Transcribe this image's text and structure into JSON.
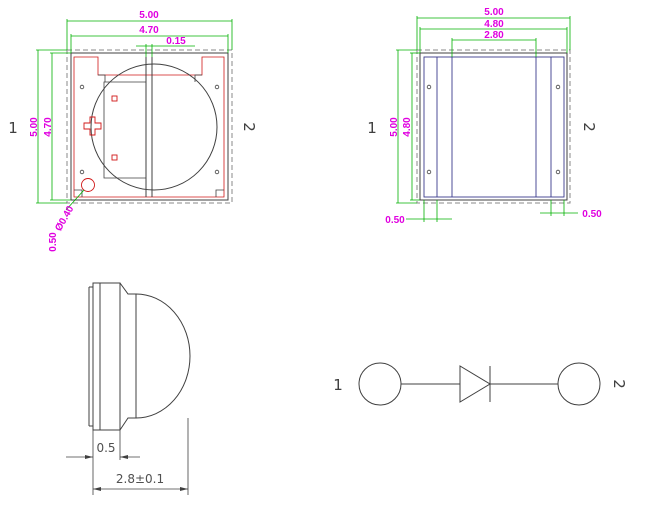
{
  "colors": {
    "dimension_text": "#e000e0",
    "dimension_line": "#00b000",
    "pad_outline": "#d01818",
    "body_outline": "#3a3a8c",
    "dashed_outline": "#8a8a8a",
    "linework": "#404040"
  },
  "top_view": {
    "width_outer": "5.00",
    "width_inner": "4.70",
    "gap": "0.15",
    "height_outer": "5.00",
    "height_inner": "4.70",
    "corner_dim": "0.50",
    "hole_dim": "Ø0.40",
    "pin_left": "1",
    "pin_right": "2"
  },
  "bottom_view": {
    "width_outer": "5.00",
    "width_mid": "4.80",
    "width_inner": "2.80",
    "height_outer": "5.00",
    "height_inner": "4.80",
    "pad_left": "0.50",
    "pad_right": "0.50",
    "pin_left": "1",
    "pin_right": "2"
  },
  "side_view": {
    "base_thickness": "0.5",
    "total_height": "2.8±0.1"
  },
  "schematic": {
    "pin_left": "1",
    "pin_right": "2"
  }
}
